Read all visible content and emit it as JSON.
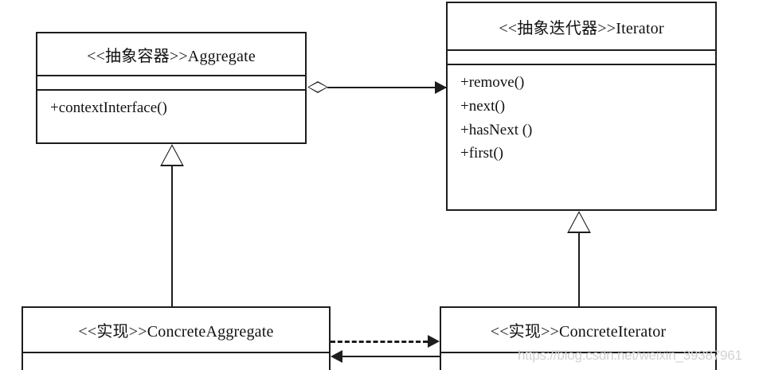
{
  "diagram": {
    "title": "Iterator Pattern UML Class Diagram",
    "stroke_color": "#1d1d1d",
    "background_color": "#ffffff",
    "watermark": "https://blog.csdn.net/weixin_39387961"
  },
  "classes": {
    "aggregate": {
      "name": "<<抽象容器>>Aggregate",
      "stereotype": "<<抽象容器>>",
      "type_name": "Aggregate",
      "attributes": [],
      "methods": [
        "+contextInterface()"
      ]
    },
    "iterator": {
      "name": "<<抽象迭代器>>Iterator",
      "stereotype": "<<抽象迭代器>>",
      "type_name": "Iterator",
      "attributes": [],
      "methods": [
        "+remove()",
        "+next()",
        "+hasNext ()",
        "+first()"
      ]
    },
    "concrete_aggregate": {
      "name": "<<实现>>ConcreteAggregate",
      "stereotype": "<<实现>>",
      "type_name": "ConcreteAggregate",
      "attributes": [],
      "methods": []
    },
    "concrete_iterator": {
      "name": "<<实现>>ConcreteIterator",
      "stereotype": "<<实现>>",
      "type_name": "ConcreteIterator",
      "attributes": [],
      "methods": []
    }
  },
  "relations": [
    {
      "id": "aggregate-to-iterator",
      "kind": "aggregation",
      "from": "Aggregate",
      "to": "Iterator",
      "source_decoration": "hollow-diamond",
      "target_decoration": "open-arrow"
    },
    {
      "id": "concrete-aggregate-to-aggregate",
      "kind": "realization",
      "from": "ConcreteAggregate",
      "to": "Aggregate",
      "target_decoration": "hollow-triangle"
    },
    {
      "id": "concrete-iterator-to-iterator",
      "kind": "realization",
      "from": "ConcreteIterator",
      "to": "Iterator",
      "target_decoration": "hollow-triangle"
    },
    {
      "id": "concrete-aggregate-to-concrete-iterator",
      "kind": "dependency",
      "from": "ConcreteAggregate",
      "to": "ConcreteIterator",
      "line_style": "dashed",
      "target_decoration": "open-arrow"
    },
    {
      "id": "concrete-iterator-to-concrete-aggregate",
      "kind": "association",
      "from": "ConcreteIterator",
      "to": "ConcreteAggregate",
      "line_style": "solid",
      "target_decoration": "open-arrow"
    }
  ]
}
